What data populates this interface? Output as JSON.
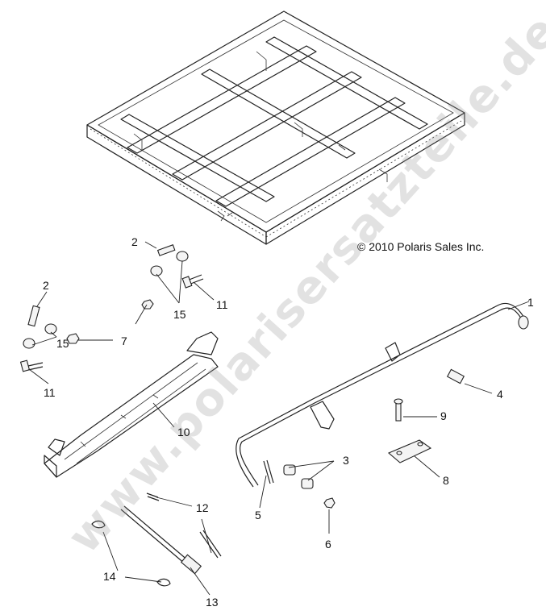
{
  "copyright": "© 2010 Polaris Sales Inc.",
  "watermark": "www.polarisersatzteile.de",
  "callouts": [
    "1",
    "2",
    "2",
    "3",
    "4",
    "5",
    "6",
    "7",
    "8",
    "9",
    "10",
    "11",
    "11",
    "12",
    "13",
    "14",
    "15",
    "15"
  ]
}
